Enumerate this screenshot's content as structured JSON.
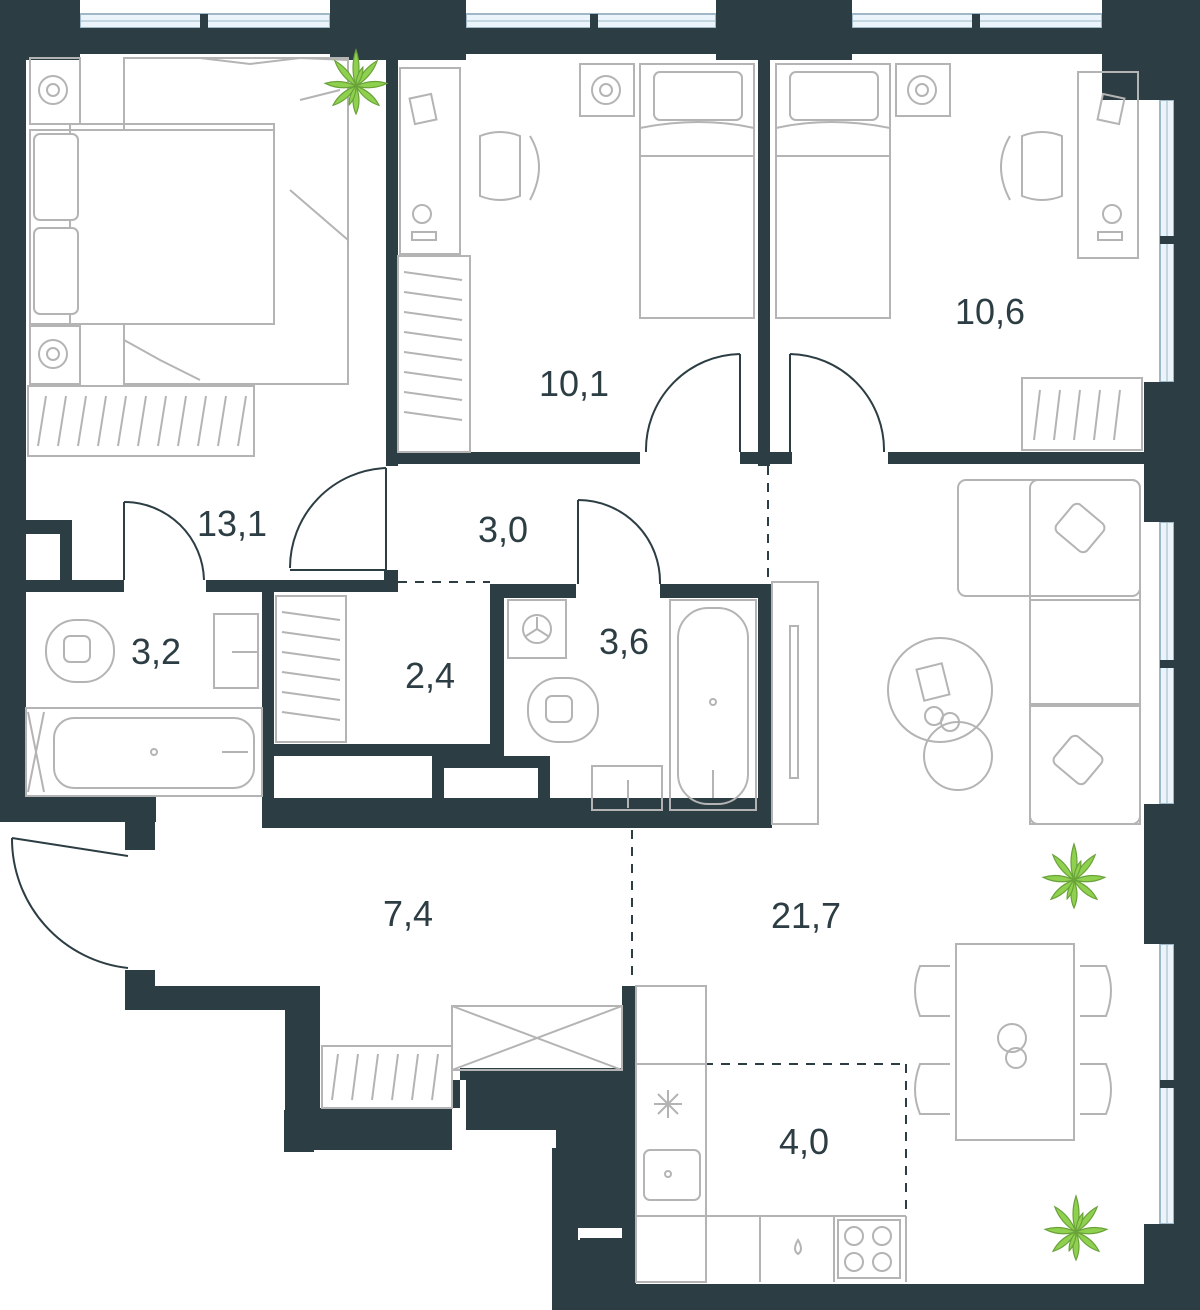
{
  "plan": {
    "colors": {
      "wall": "#2c3d43",
      "furniture": "#b4b4b4",
      "window": "#eaf4fa",
      "plant": "#8fd14f",
      "background": "#ffffff"
    },
    "rooms": [
      {
        "id": "bedroom-master",
        "label": "13,1"
      },
      {
        "id": "bedroom-1",
        "label": "10,1"
      },
      {
        "id": "bedroom-2",
        "label": "10,6"
      },
      {
        "id": "corridor",
        "label": "3,0"
      },
      {
        "id": "bathroom-1",
        "label": "3,2"
      },
      {
        "id": "wardrobe",
        "label": "2,4"
      },
      {
        "id": "bathroom-2",
        "label": "3,6"
      },
      {
        "id": "hall",
        "label": "7,4"
      },
      {
        "id": "living-room",
        "label": "21,7"
      },
      {
        "id": "kitchen",
        "label": "4,0"
      }
    ]
  }
}
